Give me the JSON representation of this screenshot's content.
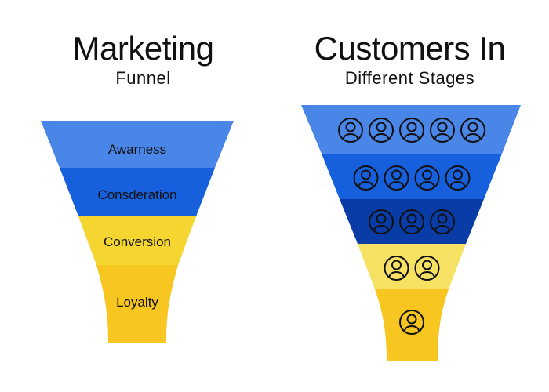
{
  "left_diagram": {
    "title": "Marketing",
    "subtitle": "Funnel",
    "stages": [
      {
        "label": "Awarness",
        "color": "#4a86e8"
      },
      {
        "label": "Consderation",
        "color": "#1660dd"
      },
      {
        "label": "Conversion",
        "color": "#f5d530"
      },
      {
        "label": "Loyalty",
        "color": "#f7c621"
      }
    ]
  },
  "right_diagram": {
    "title": "Customers In",
    "subtitle": "Different Stages",
    "stages": [
      {
        "customers": 5,
        "color": "#4a86e8"
      },
      {
        "customers": 4,
        "color": "#1660dd"
      },
      {
        "customers": 3,
        "color": "#0a3ca8"
      },
      {
        "customers": 2,
        "color": "#f7e163"
      },
      {
        "customers": 1,
        "color": "#f7c621"
      }
    ],
    "icon": "user-circle-icon"
  }
}
